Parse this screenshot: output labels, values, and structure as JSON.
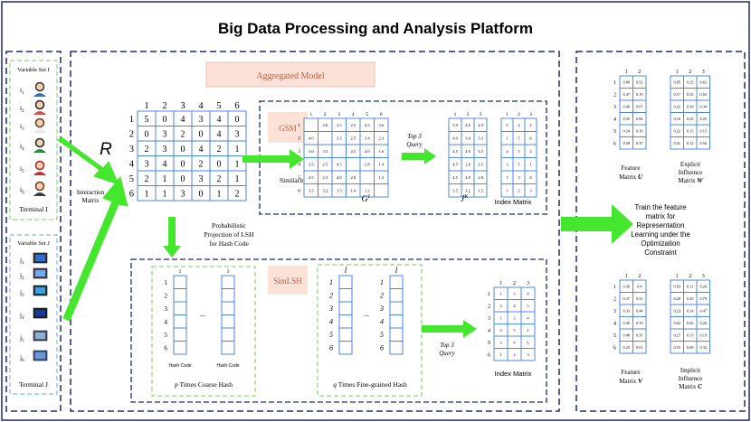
{
  "title": "Big Data Processing and Analysis Platform",
  "terminal_i": {
    "set_label": "Variable Set I",
    "items": [
      "i1",
      "i2",
      "i3",
      "i4",
      "i5",
      "i6"
    ],
    "label": "Terminal I"
  },
  "terminal_j": {
    "set_label": "Variable Set J",
    "items": [
      "j1",
      "j2",
      "j3",
      "j4",
      "j5",
      "j6"
    ],
    "label": "Terminal J"
  },
  "interaction": {
    "symbol": "R",
    "label_line1": "Interaction",
    "label_line2": "Matrix",
    "col_headers": [
      "1",
      "2",
      "3",
      "4",
      "5",
      "6"
    ],
    "row_headers": [
      "1",
      "2",
      "3",
      "4",
      "5",
      "6"
    ],
    "rows": [
      [
        "5",
        "0",
        "4",
        "3",
        "4",
        "0"
      ],
      [
        "0",
        "3",
        "2",
        "0",
        "4",
        "3"
      ],
      [
        "2",
        "3",
        "0",
        "4",
        "2",
        "1"
      ],
      [
        "3",
        "4",
        "0",
        "2",
        "0",
        "1"
      ],
      [
        "2",
        "1",
        "0",
        "3",
        "2",
        "1"
      ],
      [
        "1",
        "1",
        "3",
        "0",
        "1",
        "2"
      ]
    ]
  },
  "aggregated_model": "Aggregated Model",
  "gsm": {
    "badge": "GSM",
    "similarity_label": "Similarity",
    "g_symbol": "G",
    "g_sup": "I",
    "col_headers": [
      "1",
      "2",
      "3",
      "4",
      "5",
      "6"
    ],
    "row_headers": [
      "1",
      "2",
      "3",
      "4",
      "5",
      "6"
    ],
    "g_rows": [
      [
        "",
        "4.0",
        "3.5",
        "2.5",
        "4.5",
        "3.6"
      ],
      [
        "4.0",
        "",
        "3.3",
        "2.5",
        "3.4",
        "2.3"
      ],
      [
        "3.0",
        "3.5",
        "",
        "4.5",
        "4.0",
        "1.6"
      ],
      [
        "2.5",
        "2.5",
        "4.5",
        "",
        "2.8",
        "1.4"
      ],
      [
        "4.5",
        "2.3",
        "4.0",
        "2.8",
        "",
        "1.2"
      ],
      [
        "3.5",
        "3.2",
        "1.5",
        "1.4",
        "1.2",
        ""
      ]
    ],
    "top3_line1": "Top 3",
    "top3_line2": "Query",
    "j_symbol": "J",
    "j_sup": "K",
    "j_headers": [
      "1",
      "2",
      "3"
    ],
    "j_rows": [
      [
        "5.9",
        "4.5",
        "4.0"
      ],
      [
        "4.0",
        "3.4",
        "3.3"
      ],
      [
        "4.5",
        "4.0",
        "3.5"
      ],
      [
        "4.5",
        "2.8",
        "2.5"
      ],
      [
        "4.5",
        "4.0",
        "2.8"
      ],
      [
        "3.5",
        "3.2",
        "1.5"
      ]
    ],
    "index_headers": [
      "1",
      "2",
      "3"
    ],
    "index_rows": [
      [
        "5",
        "4",
        "2"
      ],
      [
        "1",
        "5",
        "6"
      ],
      [
        "4",
        "5",
        "2"
      ],
      [
        "3",
        "5",
        "1"
      ],
      [
        "1",
        "3",
        "4"
      ],
      [
        "1",
        "2",
        "3"
      ]
    ],
    "index_label": "Index Matrix"
  },
  "probabilistic": {
    "line1": "Probabilistic",
    "line2": "Projection of LSH",
    "line3": "for Hash Code"
  },
  "simlsh": {
    "badge": "SimLSH",
    "coarse_headers": [
      "1",
      "1"
    ],
    "row_headers": [
      "1",
      "2",
      "3",
      "4",
      "5",
      "6"
    ],
    "ellipsis": "...",
    "hash_code_label": "Hash Code",
    "coarse_label": "p Times Coarse Hash",
    "fine_headers": [
      "l",
      "l"
    ],
    "fine_row_headers": [
      "1",
      "2",
      "3",
      "4",
      "5",
      "6"
    ],
    "fine_label": "q Times Fine-grained Hash",
    "top3_line1": "Top 3",
    "top3_line2": "Query",
    "index_headers": [
      "1",
      "2",
      "3"
    ],
    "index_rows": [
      [
        "1",
        "3",
        "4"
      ],
      [
        "3",
        "4",
        "5"
      ],
      [
        "1",
        "3",
        "4"
      ],
      [
        "4",
        "5",
        "1"
      ],
      [
        "3",
        "4",
        "6"
      ],
      [
        "1",
        "2",
        "3"
      ]
    ],
    "index_label": "Index Matrix"
  },
  "right_panel": {
    "train_line1": "Train the feature",
    "train_line2": "matrix for",
    "train_line3": "Representation",
    "train_line4": "Learning under the",
    "train_line5": "Optimization",
    "train_line6": "Constraint",
    "feature_u": {
      "headers": [
        "1",
        "2"
      ],
      "rows": [
        [
          "0.88",
          "0.52"
        ],
        [
          "0.47",
          "0.19"
        ],
        [
          "0.40",
          "0.67"
        ],
        [
          "0.35",
          "0.84"
        ],
        [
          "0.24",
          "0.19"
        ],
        [
          "0.58",
          "0.37"
        ]
      ],
      "label1": "Feature",
      "label2": "Matrix",
      "symbol": "U"
    },
    "influence_w": {
      "headers": [
        "1",
        "2",
        "3"
      ],
      "rows": [
        [
          "0.85",
          "0.25",
          "0.63"
        ],
        [
          "0.17",
          "0.35",
          "0.03"
        ],
        [
          "0.22",
          "0.30",
          "0.34"
        ],
        [
          "0.16",
          "0.25",
          "0.25"
        ],
        [
          "0.22",
          "0.15",
          "0.15"
        ],
        [
          "0.41",
          "0.12",
          "0.56"
        ]
      ],
      "label1": "Explicit",
      "label2": "Influence",
      "label3": "Matrix",
      "symbol": "W"
    },
    "feature_v": {
      "headers": [
        "1",
        "2"
      ],
      "rows": [
        [
          "0.30",
          "0.9"
        ],
        [
          "0.37",
          "0.31"
        ],
        [
          "0.33",
          "0.44"
        ],
        [
          "0.45",
          "0.35"
        ],
        [
          "0.48",
          "0.35"
        ],
        [
          "0.25",
          "0.01"
        ]
      ],
      "label1": "Feature",
      "label2": "Matrix",
      "symbol": "V"
    },
    "influence_c": {
      "headers": [
        "1",
        "2",
        "3"
      ],
      "rows": [
        [
          "0.03",
          "0.11",
          "0.24"
        ],
        [
          "0.28",
          "0.45",
          "0.79"
        ],
        [
          "0.23",
          "0.14",
          "0.47"
        ],
        [
          "0.63",
          "0.02",
          "0.26"
        ],
        [
          "0.27",
          "0.15",
          "0.19"
        ],
        [
          "0.55",
          "0.09",
          "0.32"
        ]
      ],
      "label1": "Implicit",
      "label2": "Influence",
      "label3": "Matrix",
      "symbol": "C"
    }
  },
  "colors": {
    "dash_navy": "#1f2a6e",
    "green_arrow": "#44e62e",
    "green_dash": "#8fd67a",
    "blue_dash": "#8fb6e0",
    "cell_blue": "#4a86d8",
    "badge_fill": "#fbe1d6"
  }
}
